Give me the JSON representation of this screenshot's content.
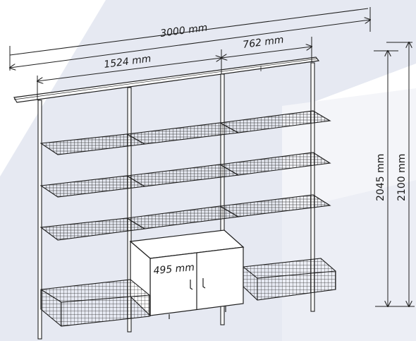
{
  "dimensions": {
    "total_width": "3000 mm",
    "section_width": "1524 mm",
    "half_section_width": "762 mm",
    "cabinet_depth": "495 mm",
    "upright_height": "2045 mm",
    "overall_height": "2100 mm"
  },
  "colors": {
    "background": "#ffffff",
    "backdrop_shape": "#e6e9f2",
    "line": "#1f1f1f",
    "wire": "#2b2b2b",
    "cabinet_fill": "#ffffff"
  }
}
